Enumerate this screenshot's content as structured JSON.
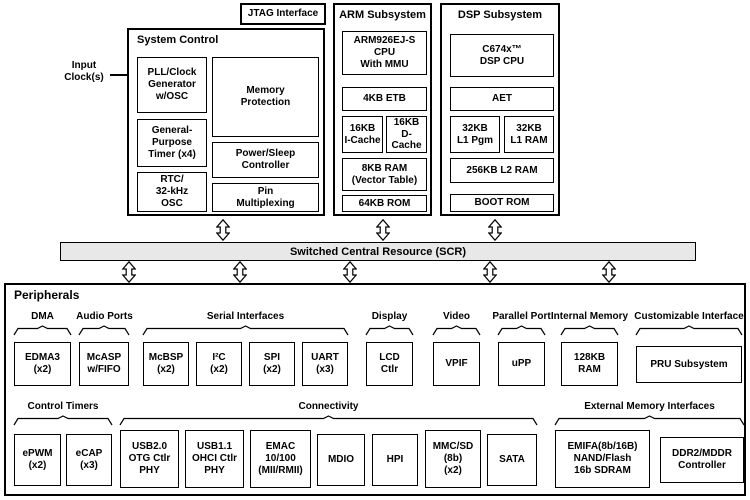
{
  "colors": {
    "scr_fill": "#e8e8e8",
    "line": "#000000",
    "background": "#ffffff"
  },
  "top": {
    "jtag_label": "JTAG Interface",
    "input_clock_label": "Input\nClock(s)",
    "system_control": {
      "title": "System Control",
      "pll": "PLL/Clock\nGenerator\nw/OSC",
      "gp_timer": "General-\nPurpose\nTimer (x4)",
      "rtc": "RTC/\n32-kHz\nOSC",
      "memory_protection": "Memory\nProtection",
      "power_sleep": "Power/Sleep\nController",
      "pin_mux": "Pin\nMultiplexing"
    },
    "arm_subsystem": {
      "title": "ARM Subsystem",
      "cpu": "ARM926EJ-S CPU\nWith MMU",
      "etb": "4KB ETB",
      "icache": "16KB\nI-Cache",
      "dcache": "16KB\nD-Cache",
      "vector_ram": "8KB RAM\n(Vector Table)",
      "rom": "64KB ROM"
    },
    "dsp_subsystem": {
      "title": "DSP Subsystem",
      "cpu": "C674x™\nDSP CPU",
      "aet": "AET",
      "l1_pgm": "32KB\nL1 Pgm",
      "l1_ram": "32KB\nL1 RAM",
      "l2_ram": "256KB L2 RAM",
      "boot_rom": "BOOT ROM"
    }
  },
  "scr_label": "Switched Central Resource (SCR)",
  "peripherals": {
    "title": "Peripherals",
    "group_labels": {
      "dma": "DMA",
      "audio": "Audio Ports",
      "serial": "Serial Interfaces",
      "display": "Display",
      "video": "Video",
      "parallel": "Parallel Port",
      "internal_memory": "Internal Memory",
      "customizable": "Customizable Interface",
      "control_timers": "Control Timers",
      "connectivity": "Connectivity",
      "external_memory": "External Memory Interfaces"
    },
    "row1": {
      "edma3": "EDMA3\n(x2)",
      "mcasp": "McASP\nw/FIFO",
      "mcbsp": "McBSP\n(x2)",
      "i2c": "I²C\n(x2)",
      "spi": "SPI\n(x2)",
      "uart": "UART\n(x3)",
      "lcd": "LCD\nCtlr",
      "vpif": "VPIF",
      "upp": "uPP",
      "ram128": "128KB\nRAM",
      "pru": "PRU Subsystem"
    },
    "row2": {
      "epwm": "ePWM\n(x2)",
      "ecap": "eCAP\n(x3)",
      "usb20": "USB2.0\nOTG Ctlr\nPHY",
      "usb11": "USB1.1\nOHCI Ctlr\nPHY",
      "emac": "EMAC\n10/100\n(MII/RMII)",
      "mdio": "MDIO",
      "hpi": "HPI",
      "mmcsd": "MMC/SD\n(8b)\n(x2)",
      "sata": "SATA",
      "emifa": "EMIFA(8b/16B)\nNAND/Flash\n16b SDRAM",
      "ddr2": "DDR2/MDDR\nController"
    }
  }
}
